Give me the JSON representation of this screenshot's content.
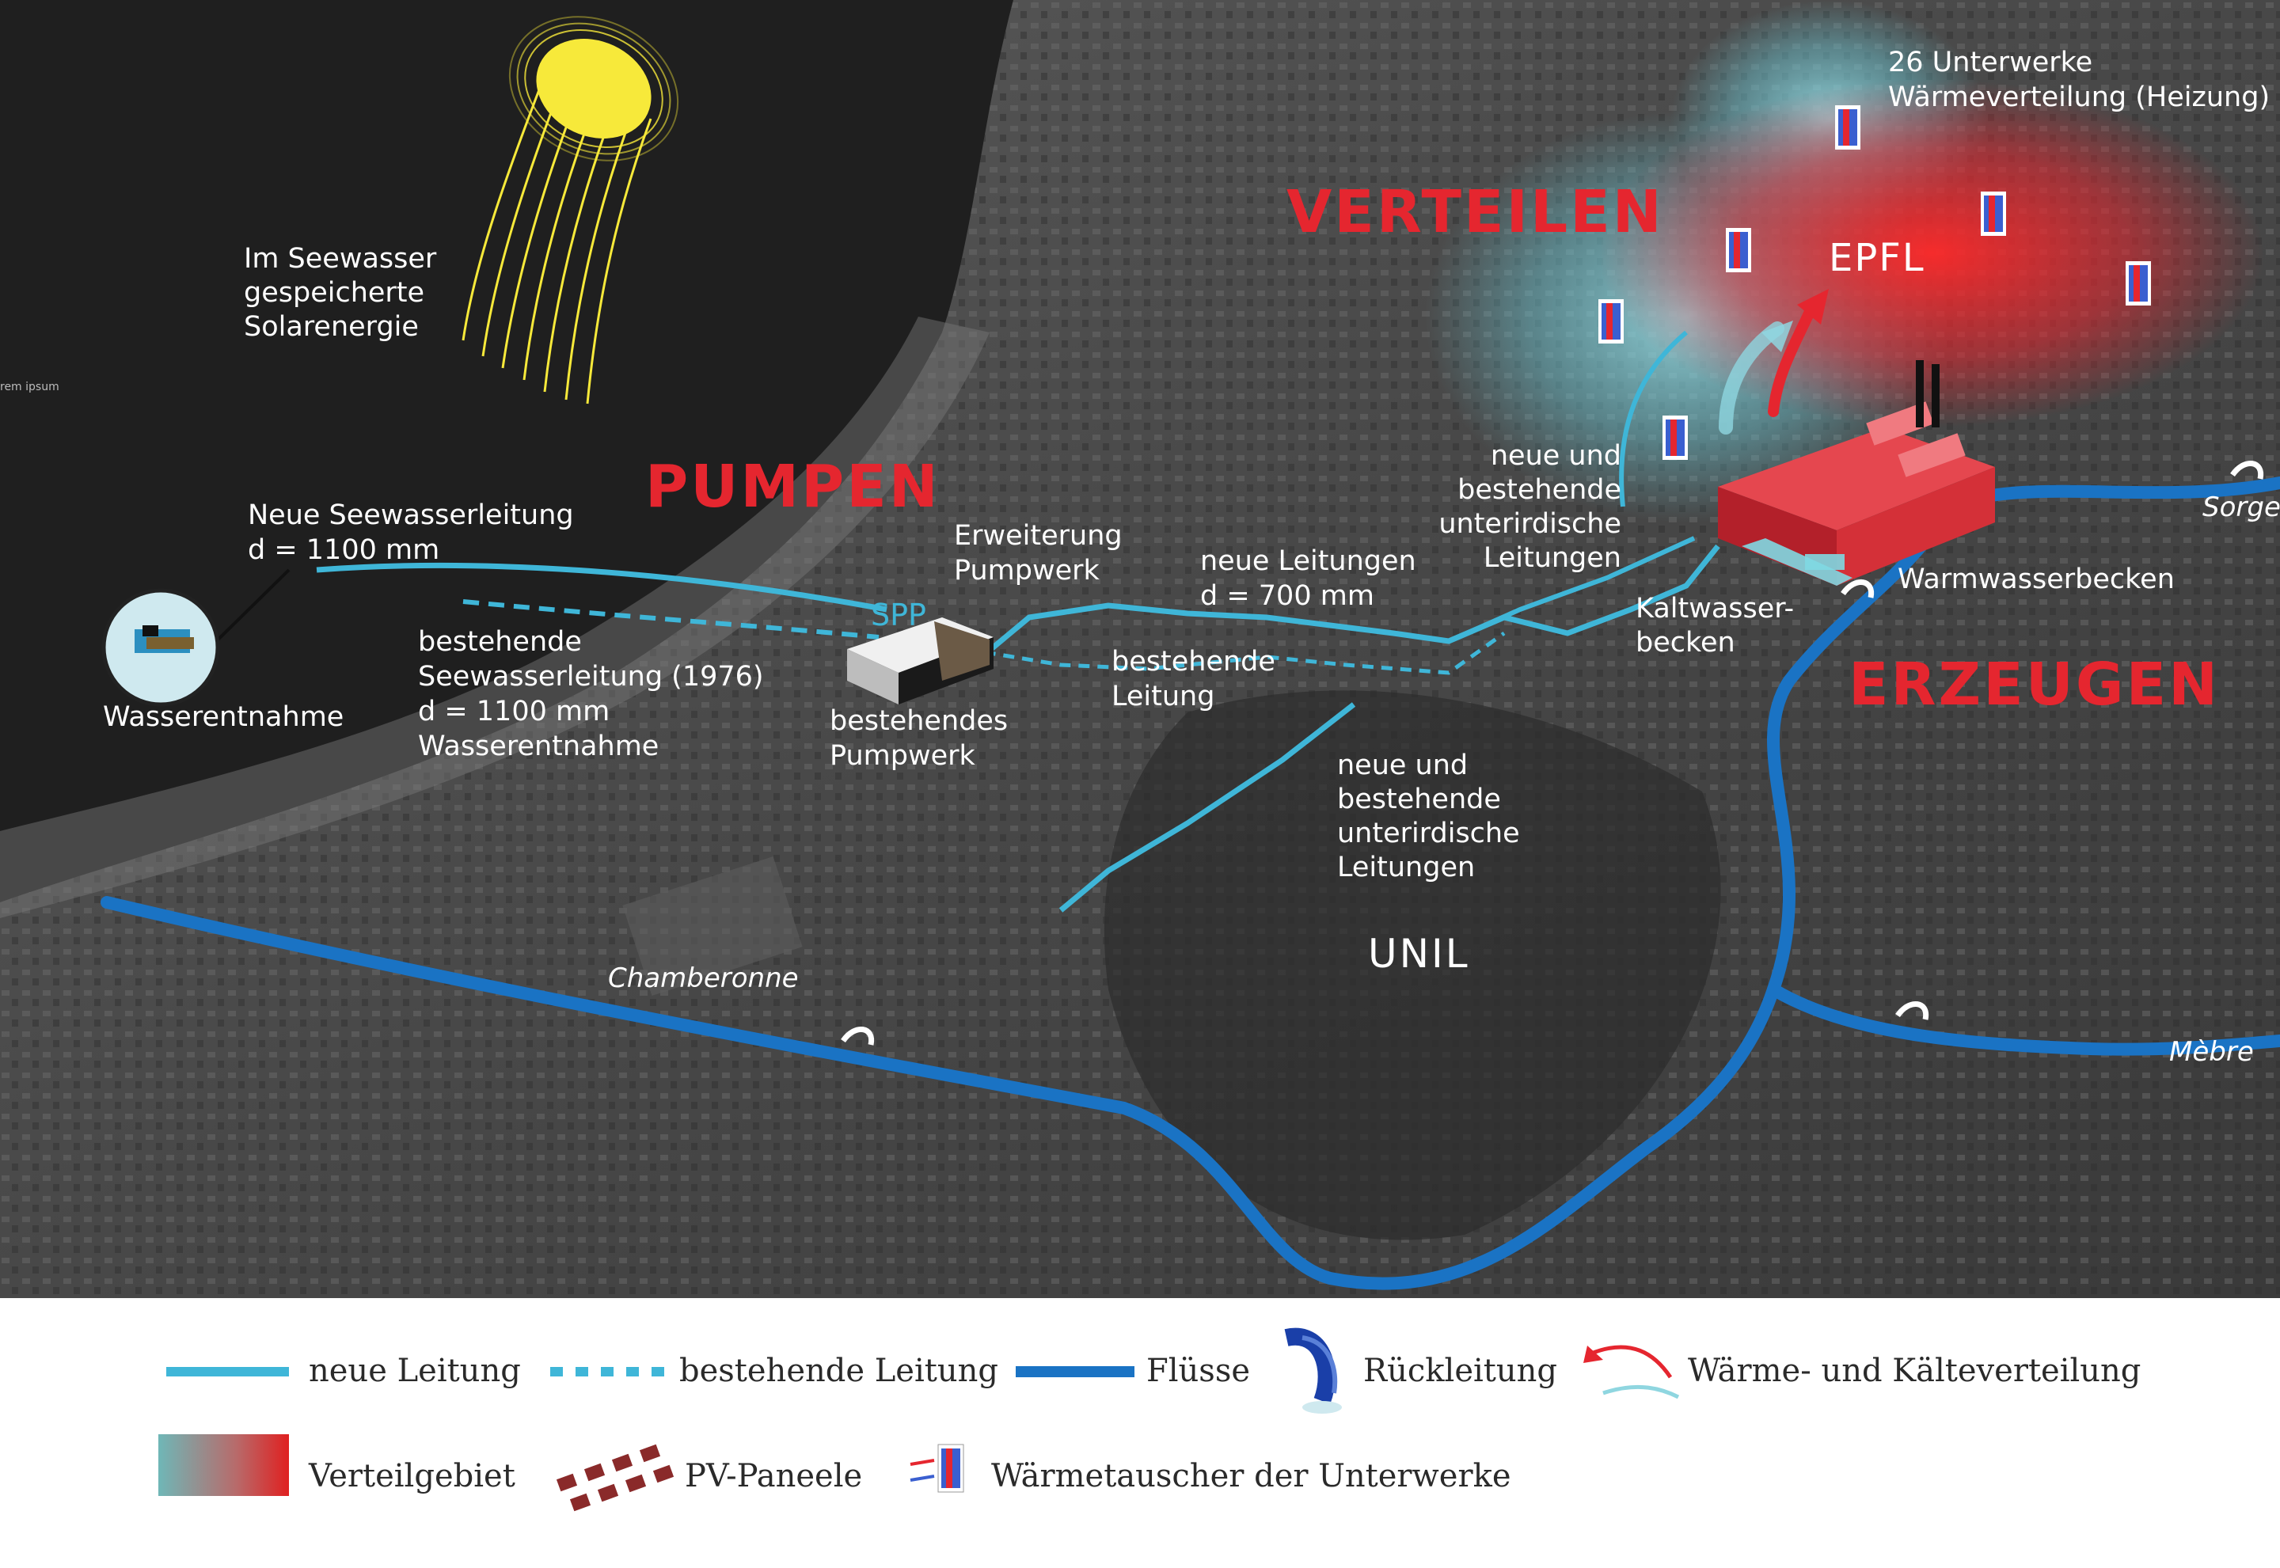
{
  "sections": {
    "pumpen": "PUMPEN",
    "verteilen": "VERTEILEN",
    "erzeugen": "ERZEUGEN"
  },
  "places": {
    "epfl": "EPFL",
    "unil": "UNIL",
    "spp": "SPP"
  },
  "rivers": {
    "chamberonne": "Chamberonne",
    "sorge": "Sorge",
    "mebre": "Mèbre"
  },
  "labels": {
    "solar": [
      "Im Seewasser",
      "gespeicherte",
      "Solarenergie"
    ],
    "lorem": "rem ipsum",
    "new_seawater": [
      "Neue Seewasserleitung",
      "d = 1100 mm"
    ],
    "water_intake": "Wasserentnahme",
    "existing_seawater": [
      "bestehende",
      "Seewasserleitung (1976)",
      "d = 1100 mm",
      "Wasserentnahme"
    ],
    "pump_extension": [
      "Erweiterung",
      "Pumpwerk"
    ],
    "existing_pump": [
      "bestehendes",
      "Pumpwerk"
    ],
    "new_pipes": [
      "neue Leitungen",
      "d = 700 mm"
    ],
    "existing_pipe": [
      "bestehende",
      "Leitung"
    ],
    "underground_mid": [
      "neue und",
      "bestehende",
      "unterirdische",
      "Leitungen"
    ],
    "underground_top": [
      "neue und",
      "bestehende",
      "unterirdische",
      "Leitungen"
    ],
    "cold_basin": [
      "Kaltwasser-",
      "becken"
    ],
    "warm_basin": "Warmwasserbecken",
    "substations": [
      "26 Unterwerke",
      "Wärmeverteilung (Heizung)"
    ]
  },
  "legend": {
    "new_pipe": "neue Leitung",
    "existing_pipe": "bestehende Leitung",
    "rivers": "Flüsse",
    "return": "Rückleitung",
    "distribution": "Wärme- und Kälteverteilung",
    "area": "Verteilgebiet",
    "pv": "PV-Paneele",
    "exchanger": "Wärmetauscher der Unterwerke"
  },
  "colors": {
    "new_pipe": "#3fb6d8",
    "river": "#1a73c4",
    "accent_red": "#e5262f",
    "sun": "#f7e93a"
  },
  "icons": [
    "sun-icon",
    "water-intake-icon",
    "pump-station-icon",
    "heat-plant-icon",
    "heat-exchanger-icon",
    "return-outlet-icon",
    "distribution-arrow-icon",
    "pv-panel-icon"
  ]
}
